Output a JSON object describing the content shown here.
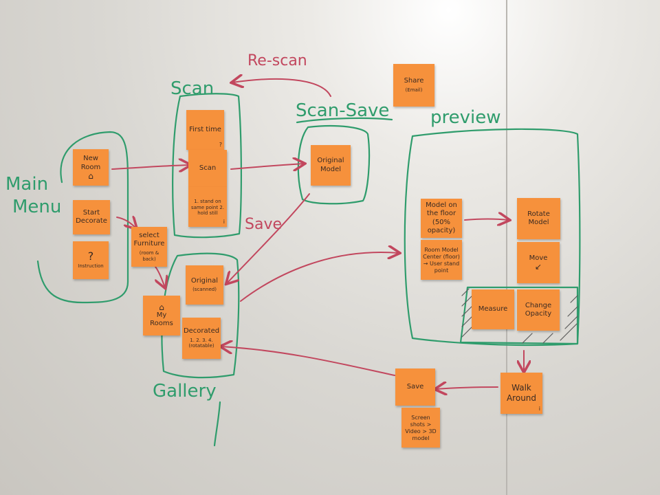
{
  "photo": {
    "subject": "whiteboard-with-sticky-notes"
  },
  "labels": {
    "main_menu_1": "Main",
    "main_menu_2": "Menu",
    "scan": "Scan",
    "rescan": "Re-scan",
    "scan_save": "Scan-Save",
    "preview": "preview",
    "gallery": "Gallery",
    "save_arrow": "Save"
  },
  "notes": {
    "new_room": {
      "text": "New Room",
      "icon": "house-icon"
    },
    "start_decorate": {
      "text": "Start Decorate"
    },
    "instruction": {
      "text": "Instruction",
      "glyph": "?"
    },
    "select_furniture": {
      "text": "select Furniture",
      "sub": "(room & back)"
    },
    "first_time": {
      "text": "First time",
      "corner": "?"
    },
    "scan": {
      "text": "Scan"
    },
    "scan_hint": {
      "text": "1. stand on same point 2. hold still",
      "corner": "i"
    },
    "original_model": {
      "text": "Original Model"
    },
    "share": {
      "text": "Share",
      "sub": "(Email)"
    },
    "original": {
      "text": "Original",
      "sub": "(scanned)"
    },
    "my_rooms": {
      "text": "My Rooms"
    },
    "decorated": {
      "text": "Decorated",
      "sub": "1. 2. 3. 4. (rotatable)"
    },
    "model_on_floor": {
      "text": "Model on the floor (50% opacity)"
    },
    "room_model_center": {
      "text": "Room Model Center (floor) → User stand point"
    },
    "rotate_model": {
      "text": "Rotate Model"
    },
    "move": {
      "text": "Move"
    },
    "measure": {
      "text": "Measure"
    },
    "change_opacity": {
      "text": "Change Opacity"
    },
    "walk_around": {
      "text": "Walk Around",
      "corner": "i"
    },
    "save": {
      "text": "Save"
    },
    "save_options": {
      "text": "Screen shots > Video > 3D model"
    }
  },
  "colors": {
    "green_marker": "#2f9c6c",
    "red_marker": "#c2475e",
    "sticky_note": "#f6913c"
  }
}
